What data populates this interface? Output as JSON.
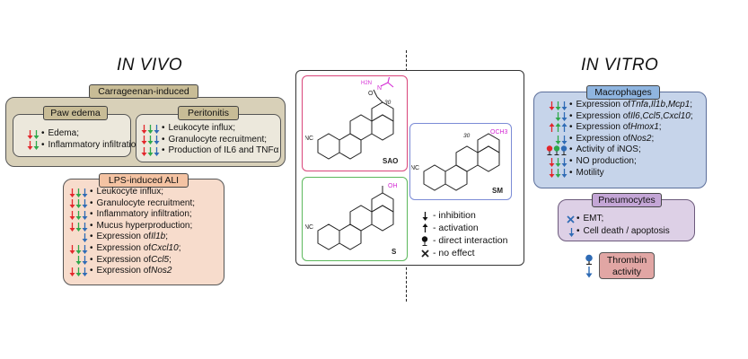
{
  "in_vivo": {
    "title": "IN VIVO",
    "carrageenan": {
      "label": "Carrageenan-induced",
      "paw_edema": {
        "label": "Paw edema",
        "items": [
          {
            "text": "Edema;",
            "arrows": [
              "red",
              "green"
            ]
          },
          {
            "text": "Inflammatory infiltration",
            "arrows": [
              "red",
              "green"
            ]
          }
        ]
      },
      "peritonitis": {
        "label": "Peritonitis",
        "items": [
          {
            "text": "Leukocyte influx;",
            "arrows": [
              "red",
              "green",
              "blue"
            ]
          },
          {
            "text": "Granulocyte recruitment;",
            "arrows": [
              "red",
              "green",
              "blue"
            ]
          },
          {
            "text": "Production of IL6 and TNFα",
            "arrows": [
              "red",
              "green",
              "blue"
            ]
          }
        ]
      }
    },
    "lps": {
      "label": "LPS-induced ALI",
      "items": [
        {
          "pre": "Leukocyte influx;",
          "ital": "",
          "post": "",
          "arrows": [
            "red",
            "green",
            "blue"
          ]
        },
        {
          "pre": "Granulocyte recruitment;",
          "ital": "",
          "post": "",
          "arrows": [
            "red",
            "green",
            "blue"
          ]
        },
        {
          "pre": "Inflammatory infiltration;",
          "ital": "",
          "post": "",
          "arrows": [
            "red",
            "green",
            "blue"
          ]
        },
        {
          "pre": "Mucus hyperproduction;",
          "ital": "",
          "post": "",
          "arrows": [
            "red",
            "green",
            "blue"
          ]
        },
        {
          "pre": "Expression of ",
          "ital": "Il1b",
          "post": ";",
          "arrows": [
            "blue"
          ]
        },
        {
          "pre": "Expression of ",
          "ital": "Cxcl10",
          "post": ";",
          "arrows": [
            "red",
            "green",
            "blue"
          ]
        },
        {
          "pre": "Expression of ",
          "ital": "Ccl5",
          "post": ";",
          "arrows": [
            "green",
            "blue"
          ]
        },
        {
          "pre": "Expression of ",
          "ital": "Nos2",
          "post": "",
          "arrows": [
            "red",
            "green",
            "blue"
          ]
        }
      ]
    }
  },
  "center": {
    "sao": {
      "label": "SAO",
      "num30": "30",
      "n": "N",
      "o": "O",
      "h2n": "H2N",
      "cn": "NC"
    },
    "s": {
      "label": "S",
      "oh": "OH",
      "cn": "NC"
    },
    "sm": {
      "label": "SM",
      "num30": "30",
      "och3": "OCH3",
      "cn": "NC"
    },
    "legend": [
      {
        "symbol": "down",
        "text": "- inhibition"
      },
      {
        "symbol": "up",
        "text": "- activation"
      },
      {
        "symbol": "pin",
        "text": "- direct interaction"
      },
      {
        "symbol": "cross",
        "text": "- no effect"
      }
    ]
  },
  "in_vitro": {
    "title": "IN VITRO",
    "macrophages": {
      "label": "Macrophages",
      "items": [
        {
          "parts": [
            [
              "Expression of ",
              0
            ],
            [
              "Tnfa",
              1
            ],
            [
              ", ",
              0
            ],
            [
              "Il1b",
              1
            ],
            [
              ", ",
              0
            ],
            [
              "Mcp1",
              1
            ],
            [
              ";",
              0
            ]
          ],
          "arrows": [
            "red",
            "green",
            "blue"
          ]
        },
        {
          "parts": [
            [
              "Expression of ",
              0
            ],
            [
              "Il6",
              1
            ],
            [
              ", ",
              0
            ],
            [
              "Ccl5",
              1
            ],
            [
              ", ",
              0
            ],
            [
              "Cxcl10",
              1
            ],
            [
              ";",
              0
            ]
          ],
          "arrows": [
            "green",
            "blue"
          ]
        },
        {
          "parts": [
            [
              "Expression of ",
              0
            ],
            [
              "Hmox1",
              1
            ],
            [
              ";",
              0
            ]
          ],
          "arrows": [
            "red",
            "green",
            "blue"
          ],
          "up": true
        },
        {
          "parts": [
            [
              "Expression of ",
              0
            ],
            [
              "Nos2",
              1
            ],
            [
              ";",
              0
            ]
          ],
          "arrows": [
            "green",
            "blue"
          ]
        },
        {
          "parts": [
            [
              "Activity of iNOS;",
              0
            ]
          ],
          "arrows": [
            "red",
            "green",
            "blue"
          ],
          "pin": true
        },
        {
          "parts": [
            [
              "NO production;",
              0
            ]
          ],
          "arrows": [
            "red",
            "green",
            "blue"
          ]
        },
        {
          "parts": [
            [
              "Motility",
              0
            ]
          ],
          "arrows": [
            "red",
            "green",
            "blue"
          ]
        }
      ]
    },
    "pneumocytes": {
      "label": "Pneumocytes",
      "items": [
        {
          "text": "EMT;",
          "symbol": "cross"
        },
        {
          "text": "Cell death / apoptosis",
          "symbol": "down"
        }
      ]
    },
    "thrombin": {
      "line1": "Thrombin",
      "line2": "activity"
    }
  },
  "colors": {
    "red": "#e3262b",
    "green": "#2ea84a",
    "blue": "#2f6bb5",
    "sao_frame": "#d9457a",
    "s_frame": "#5cb85c",
    "sm_frame": "#7b8bd6",
    "magenta": "#d42ad4"
  }
}
